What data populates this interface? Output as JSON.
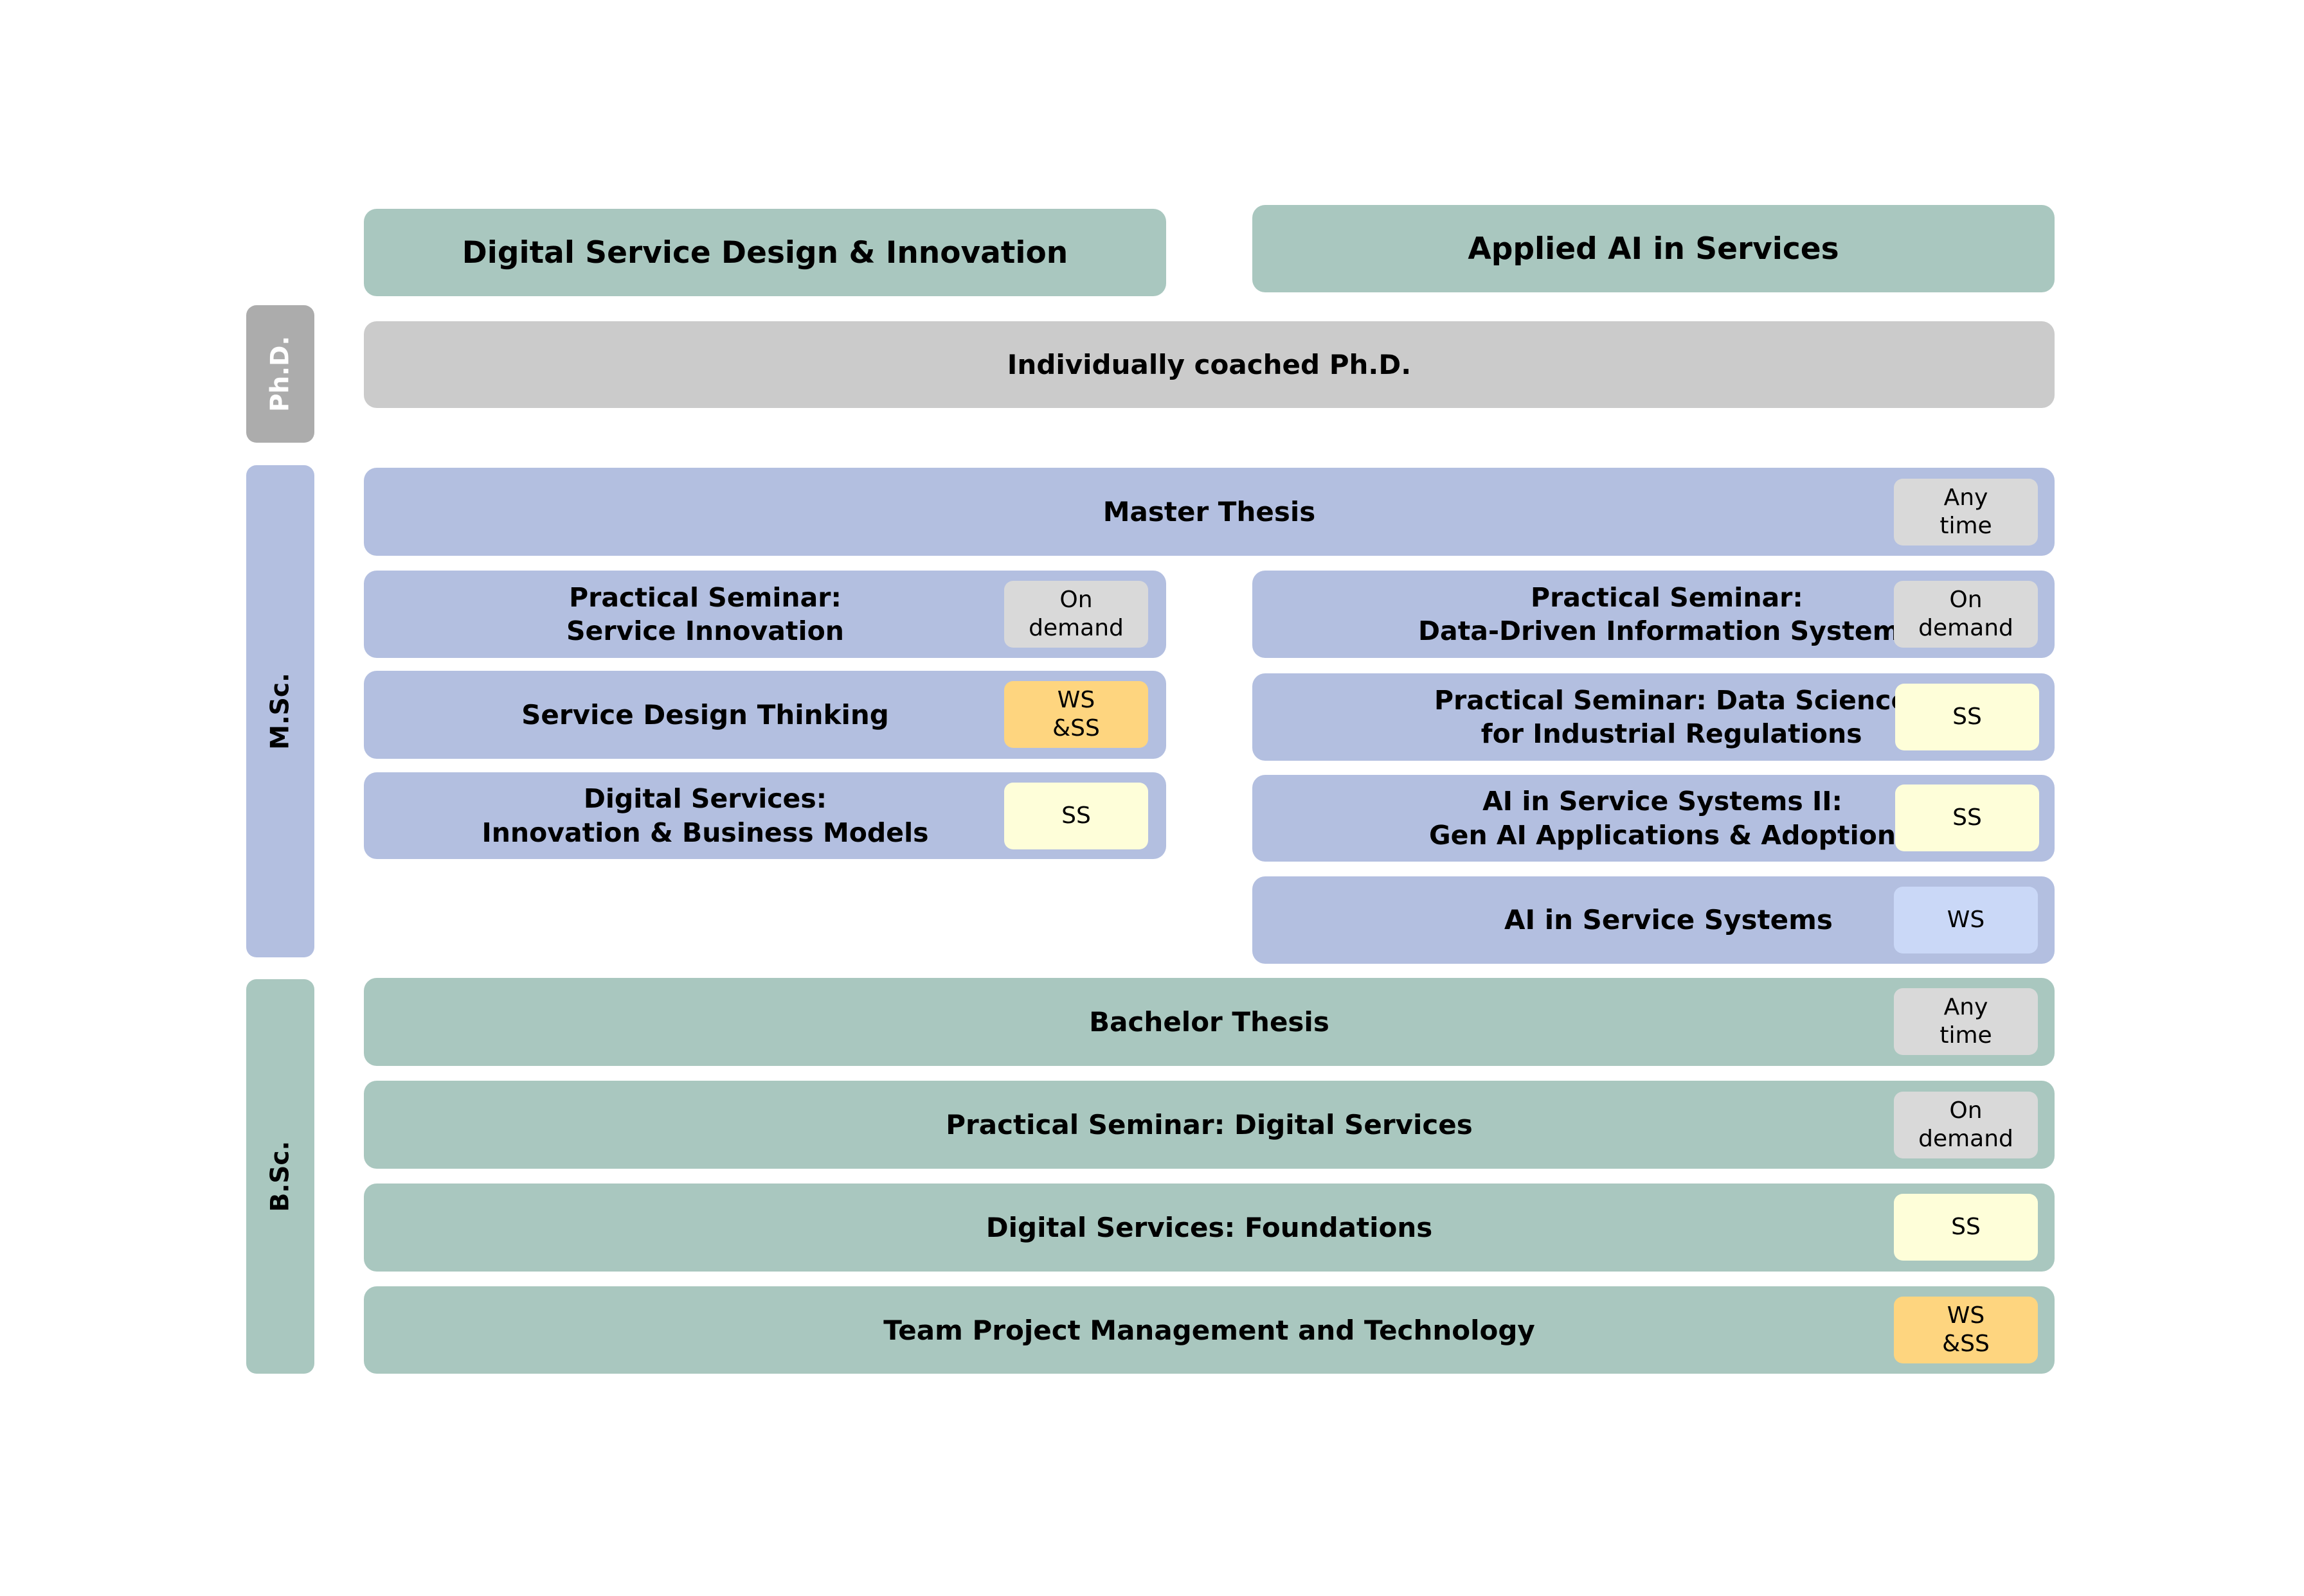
{
  "tracks": [
    {
      "label": "Digital Service Design & Innovation"
    },
    {
      "label": "Applied AI in Services"
    }
  ],
  "levels": {
    "phd": "Ph.D.",
    "msc": "M.Sc.",
    "bsc": "B.Sc."
  },
  "phd_courses": [
    {
      "label": "Individually coached Ph.D."
    }
  ],
  "msc_courses": {
    "thesis": {
      "label": "Master Thesis",
      "term": "Any\ntime"
    },
    "dsdi": [
      {
        "label": "Practical Seminar:\nService Innovation",
        "term": "On\ndemand"
      },
      {
        "label": "Service Design Thinking",
        "term": "WS\n&SS"
      },
      {
        "label": "Digital Services:\nInnovation & Business Models",
        "term": "SS"
      }
    ],
    "aais": [
      {
        "label": "Practical Seminar:\nData-Driven Information Systems",
        "term": "On\ndemand"
      },
      {
        "label": "Practical Seminar: Data Science\nfor Industrial Regulations",
        "term": "SS"
      },
      {
        "label": "AI in Service Systems II:\nGen AI Applications & Adoption",
        "term": "SS"
      },
      {
        "label": "AI in Service Systems",
        "term": "WS"
      }
    ]
  },
  "bsc_courses": [
    {
      "label": "Bachelor Thesis",
      "term": "Any\ntime"
    },
    {
      "label": "Practical Seminar: Digital Services",
      "term": "On\ndemand"
    },
    {
      "label": "Digital Services: Foundations",
      "term": "SS"
    },
    {
      "label": "Team Project Management and Technology",
      "term": "WS\n&SS"
    }
  ],
  "colors": {
    "track": "#a9c7bf",
    "msc": "#b3bfe0",
    "bsc": "#a9c7bf",
    "phd": "#cbcbcb",
    "term_any": "#d9d9d9",
    "term_wsss": "#fed57f",
    "term_ss": "#fefed9",
    "term_ws": "#cad8f7"
  }
}
